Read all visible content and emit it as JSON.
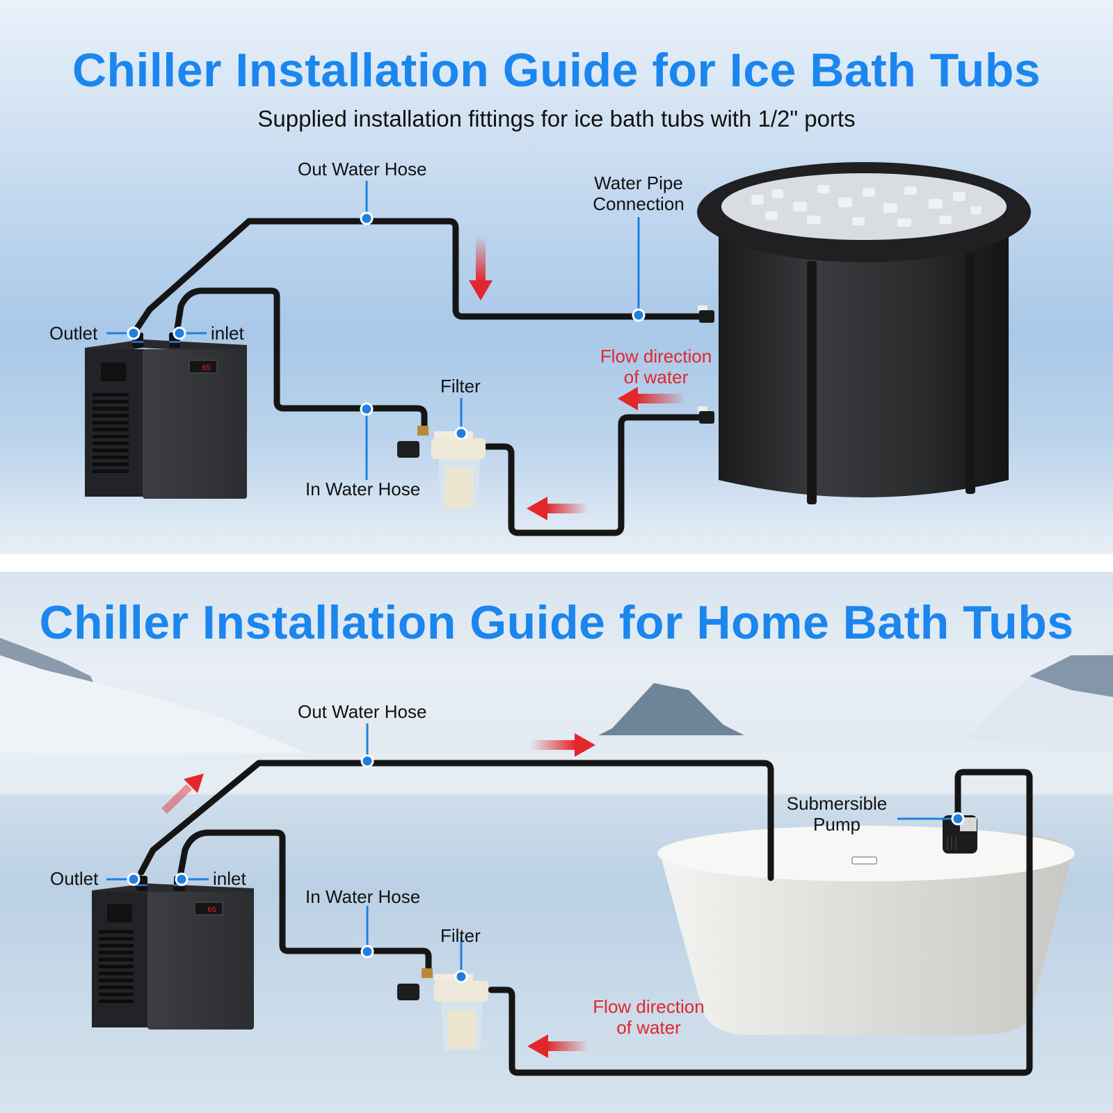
{
  "top_panel": {
    "title": "Chiller Installation Guide for Ice Bath Tubs",
    "subtitle": "Supplied installation fittings for ice bath tubs with 1/2\" ports",
    "labels": {
      "out_water_hose": "Out Water Hose",
      "water_pipe_line1": "Water Pipe",
      "water_pipe_line2": "Connection",
      "outlet": "Outlet",
      "inlet": "inlet",
      "flow_line1": "Flow direction",
      "flow_line2": "of water",
      "filter": "Filter",
      "in_water_hose": "In Water Hose"
    },
    "chiller_display": "65"
  },
  "bottom_panel": {
    "title": "Chiller Installation Guide for Home Bath Tubs",
    "labels": {
      "out_water_hose": "Out Water Hose",
      "submersible_line1": "Submersible",
      "submersible_line2": "Pump",
      "outlet": "Outlet",
      "inlet": "inlet",
      "in_water_hose": "In Water Hose",
      "filter": "Filter",
      "flow_line1": "Flow direction",
      "flow_line2": "of water"
    },
    "chiller_display": "65"
  },
  "colors": {
    "title_blue": "#1a86ee",
    "callout_blue": "#1f7fe0",
    "flow_red": "#e3262b",
    "hose_black": "#151515"
  }
}
